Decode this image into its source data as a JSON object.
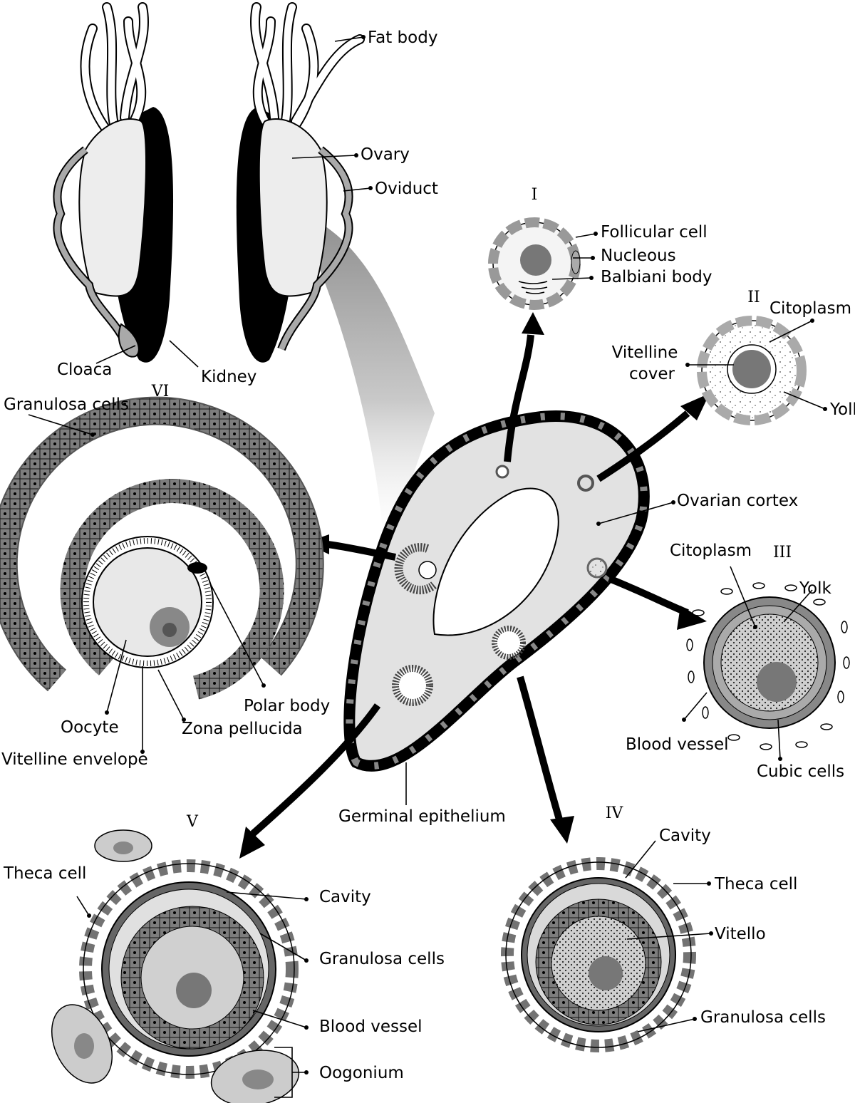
{
  "colors": {
    "kidney": "#000000",
    "ovary": "#ededed",
    "oviduct": "#a9a9a9",
    "cortex": "#e2e2e2",
    "granulosa": "#7a7a7a",
    "nucleus": "#777777",
    "arrow": "#000000"
  },
  "stages": {
    "I": "I",
    "II": "II",
    "III": "III",
    "IV": "IV",
    "V": "V",
    "VI": "VI"
  },
  "labels": {
    "fat_body": "Fat body",
    "ovary": "Ovary",
    "oviduct": "Oviduct",
    "cloaca": "Cloaca",
    "kidney": "Kidney",
    "follicular_cell": "Follicular cell",
    "nucleous": "Nucleous",
    "balbiani_body": "Balbiani body",
    "citoplasm_2": "Citoplasm",
    "vitelline_cover_1": "Vitelline",
    "vitelline_cover_2": "cover",
    "yolk_2": "Yolk",
    "ovarian_cortex": "Ovarian cortex",
    "citoplasm_3": "Citoplasm",
    "yolk_3": "Yolk",
    "blood_vessel_3": "Blood vessel",
    "cubic_cells": "Cubic cells",
    "granulosa_cells_6": "Granulosa cells",
    "polar_body": "Polar body",
    "oocyte": "Oocyte",
    "zona_pellucida": "Zona pellucida",
    "vitelline_envelope": "Vitelline envelope",
    "germinal_epithelium": "Germinal epithelium",
    "theca_cell_5": "Theca cell",
    "cavity_5": "Cavity",
    "granulosa_cells_5": "Granulosa cells",
    "blood_vessel_5": "Blood vessel",
    "oogonium": "Oogonium",
    "cavity_4": "Cavity",
    "theca_cell_4": "Theca cell",
    "vitello": "Vitello",
    "granulosa_cells_4": "Granulosa cells"
  }
}
